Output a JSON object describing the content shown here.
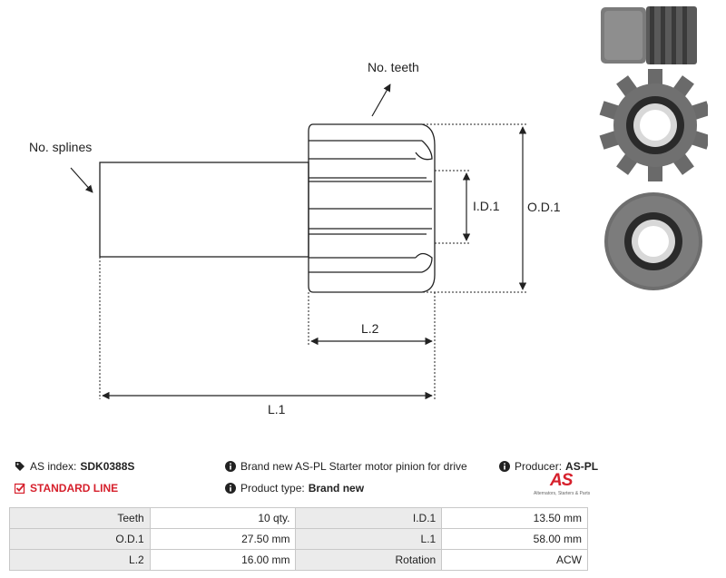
{
  "drawing": {
    "labels": {
      "no_teeth": "No. teeth",
      "no_splines": "No. splines",
      "id1": "I.D.1",
      "od1": "O.D.1",
      "l2": "L.2",
      "l1": "L.1"
    }
  },
  "info": {
    "as_index_label": "AS index:",
    "as_index_value": "SDK0388S",
    "standard_line": "STANDARD LINE",
    "description": "Brand new AS-PL Starter motor pinion for drive",
    "product_type_label": "Product type:",
    "product_type_value": "Brand new",
    "producer_label": "Producer:",
    "producer_value": "AS-PL"
  },
  "logo": {
    "text": "AS",
    "tagline": "Alternators, Starters & Parts"
  },
  "specs": [
    {
      "label1": "Teeth",
      "value1": "10 qty.",
      "label2": "I.D.1",
      "value2": "13.50 mm"
    },
    {
      "label1": "O.D.1",
      "value1": "27.50 mm",
      "label2": "L.1",
      "value2": "58.00 mm"
    },
    {
      "label1": "L.2",
      "value1": "16.00 mm",
      "label2": "Rotation",
      "value2": "ACW"
    }
  ],
  "colors": {
    "brand_red": "#d6202c",
    "table_label_bg": "#ebebeb",
    "table_border": "#c8c8c8"
  }
}
